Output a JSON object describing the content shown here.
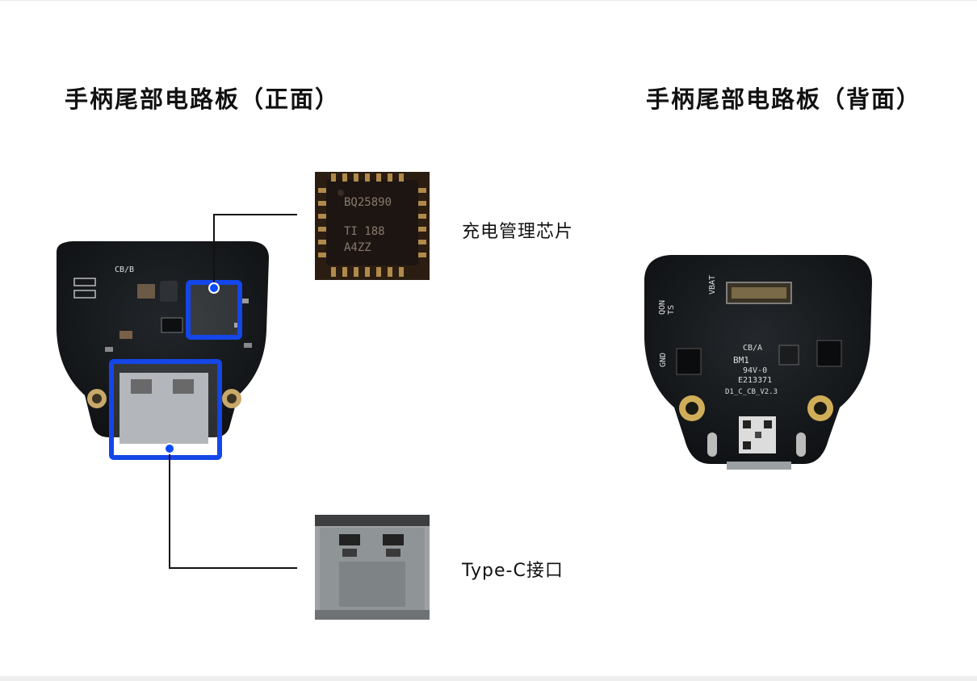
{
  "headings": {
    "front": "手柄尾部电路板（正面）",
    "back": "手柄尾部电路板（背面）"
  },
  "callouts": {
    "charging_chip": "充电管理芯片",
    "typec_port": "Type-C接口"
  },
  "board_markings": {
    "front_silkscreen": "CB/B",
    "chip_line1": "BQ25890",
    "chip_line2": "TI 188",
    "chip_line3": "A4ZZ",
    "back_ref": "CB/A",
    "back_bm": "BM1",
    "back_cert": "94V-0",
    "back_code": "E213371",
    "back_version": "D1_C_CB_V2.3",
    "back_vbat": "VBAT",
    "back_gnd": "GND",
    "back_qon": "QON",
    "back_ts": "TS"
  },
  "colors": {
    "highlight": "#1446e8",
    "pcb": "#141618",
    "connector_line": "#111111"
  }
}
